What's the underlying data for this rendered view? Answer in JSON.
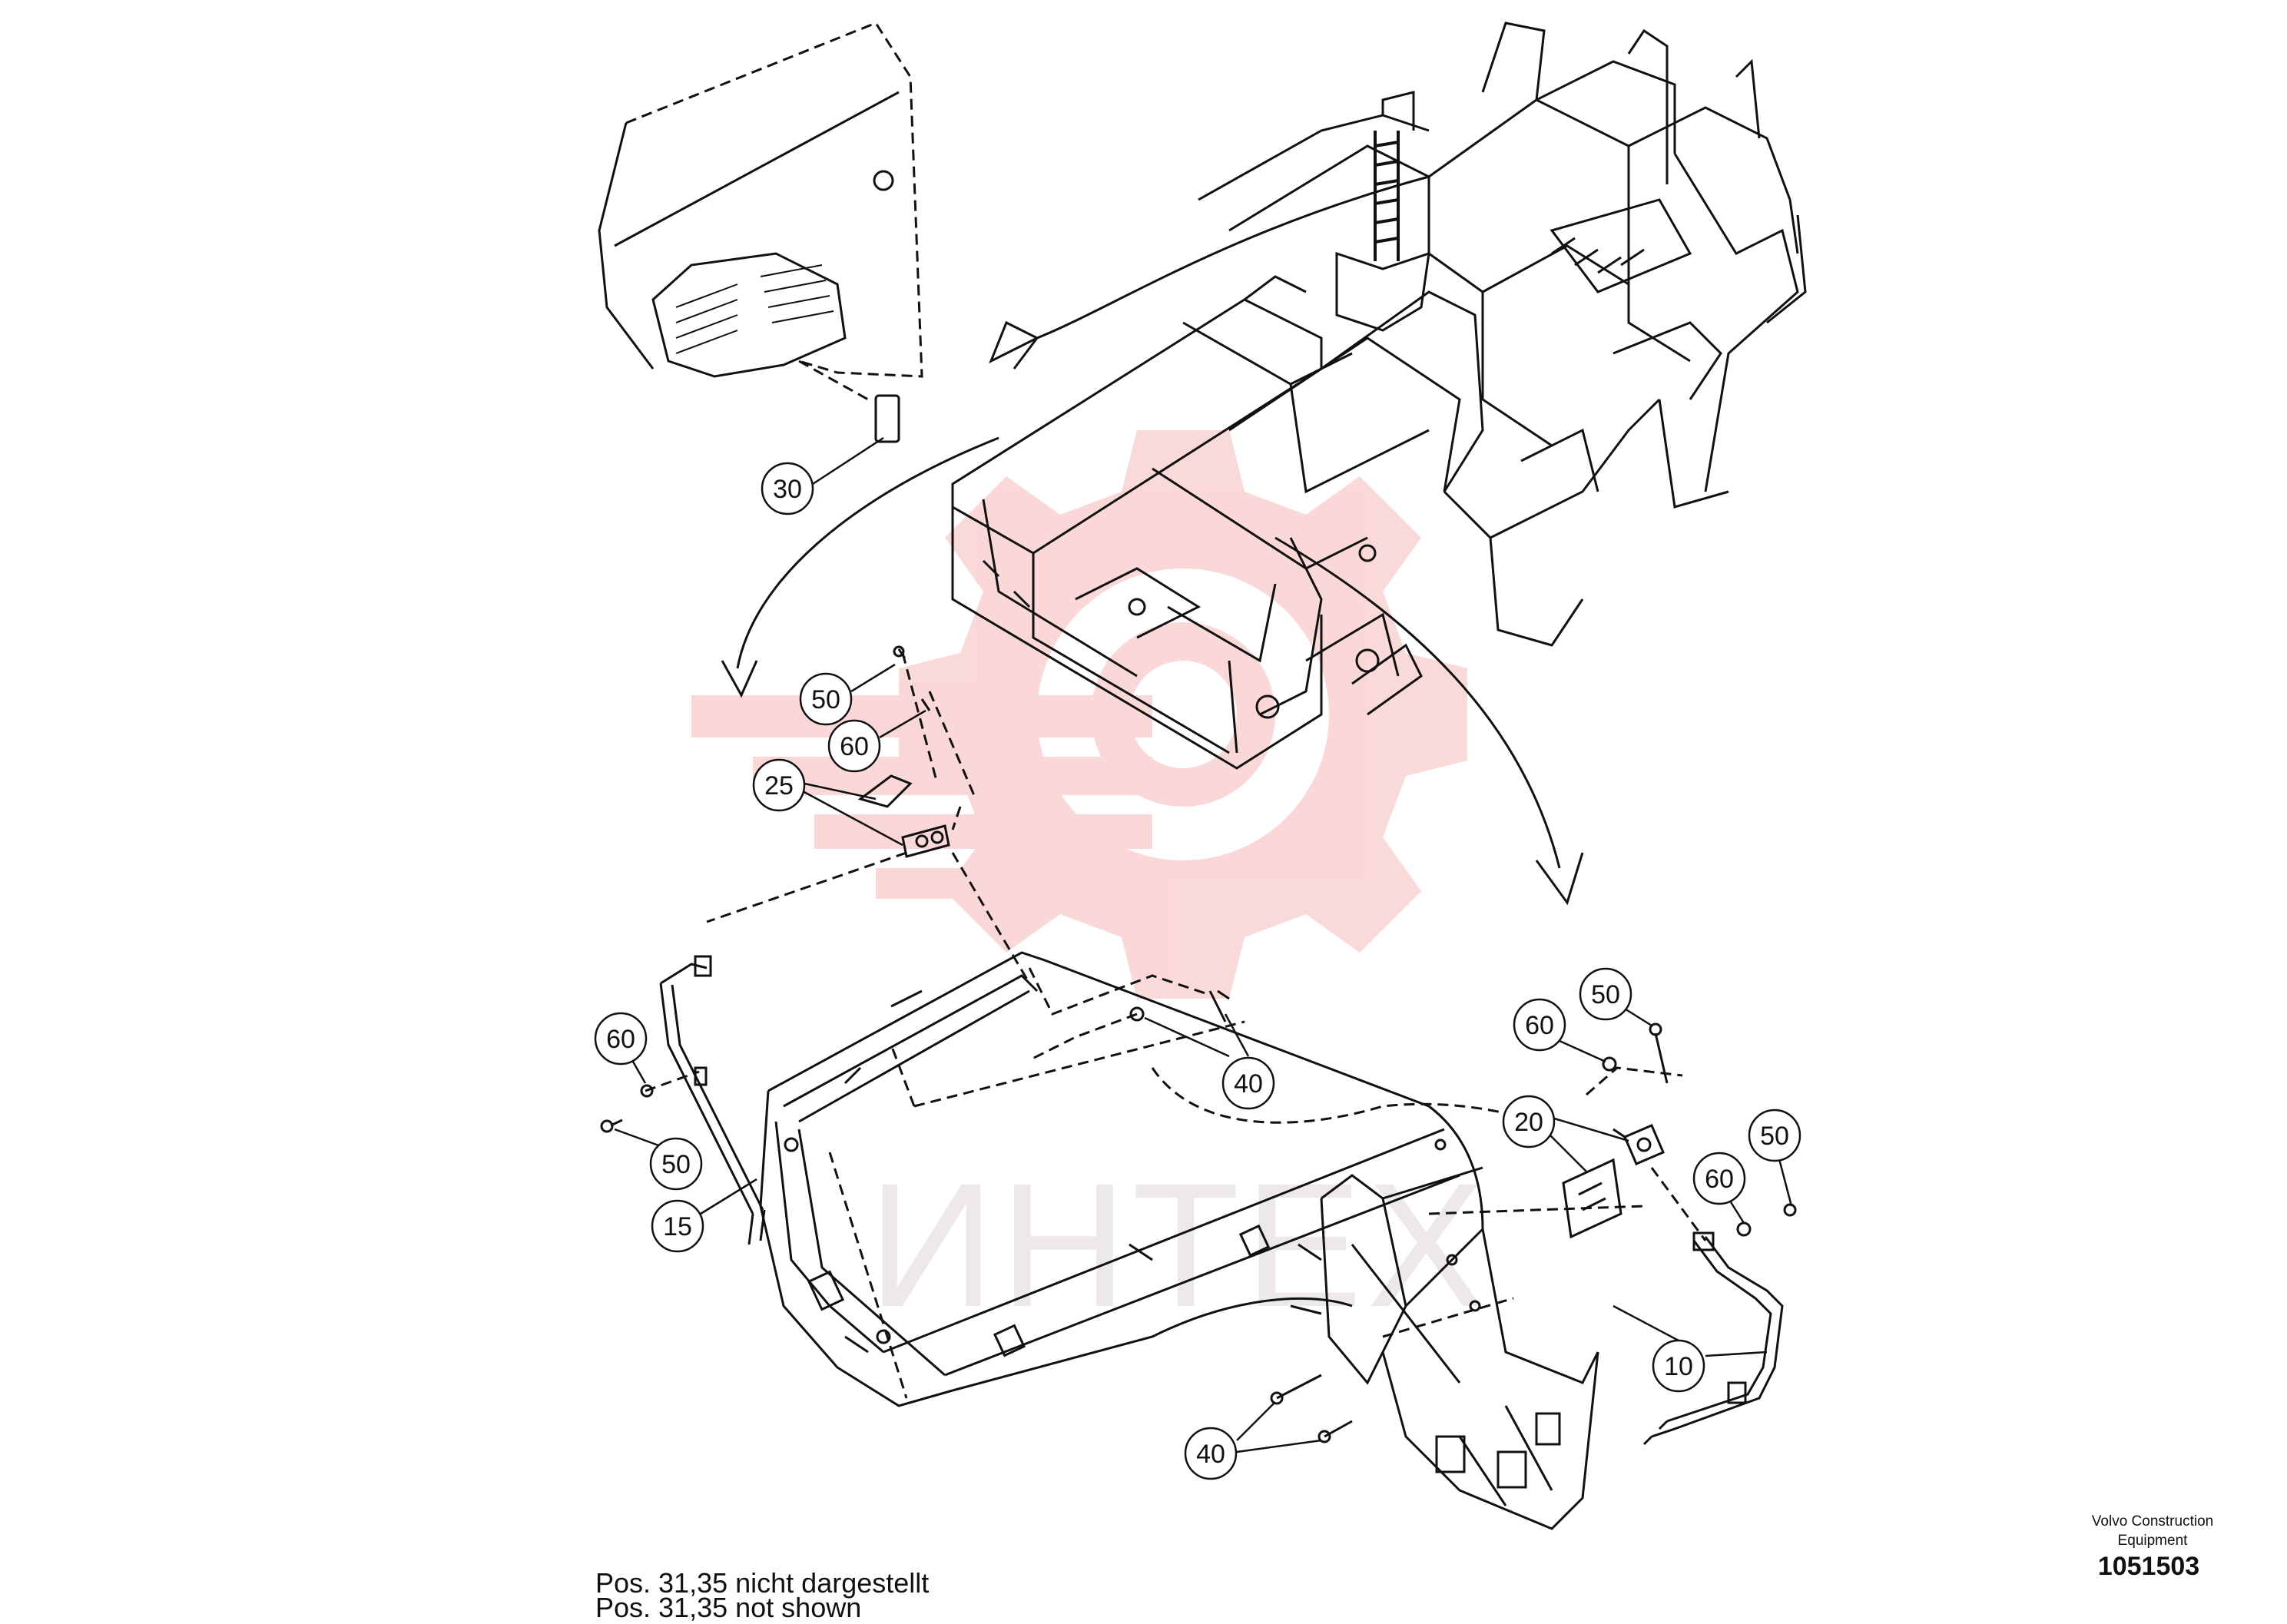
{
  "callouts": [
    {
      "id": "c30",
      "label": "30"
    },
    {
      "id": "c50a",
      "label": "50"
    },
    {
      "id": "c60a",
      "label": "60"
    },
    {
      "id": "c25",
      "label": "25"
    },
    {
      "id": "c40a",
      "label": "40"
    },
    {
      "id": "c60b",
      "label": "60"
    },
    {
      "id": "c50b",
      "label": "50"
    },
    {
      "id": "c15",
      "label": "15"
    },
    {
      "id": "c50c",
      "label": "50"
    },
    {
      "id": "c60c",
      "label": "60"
    },
    {
      "id": "c20",
      "label": "20"
    },
    {
      "id": "c50d",
      "label": "50"
    },
    {
      "id": "c60d",
      "label": "60"
    },
    {
      "id": "c10",
      "label": "10"
    },
    {
      "id": "c40b",
      "label": "40"
    }
  ],
  "notes": {
    "line1": "Pos. 31,35 nicht dargestellt",
    "line2": "Pos. 31,35 not shown"
  },
  "title_block": {
    "company_line1": "Volvo Construction",
    "company_line2": "Equipment",
    "doc_number": "1051503"
  },
  "watermark": {
    "text": "ИНТЕХ",
    "color": "#f4c4c4"
  }
}
